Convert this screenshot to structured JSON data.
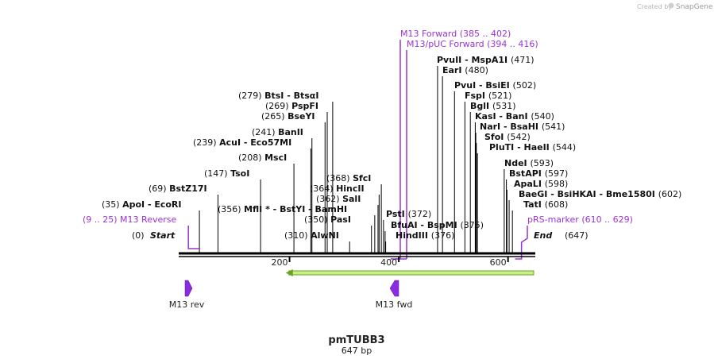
{
  "branding": {
    "created_by": "Created by",
    "app": "SnapGene"
  },
  "sequence": {
    "name": "pmTUBB3",
    "length_label": "647 bp",
    "length": 647
  },
  "ruler": {
    "ticks": [
      "200",
      "400",
      "600"
    ],
    "tick_values": [
      200,
      400,
      600
    ]
  },
  "ends": {
    "start_label": "Start",
    "start_pos": "(0)",
    "end_label": "End",
    "end_pos": "(647)"
  },
  "colors": {
    "primer": "#9a33d4",
    "feature_arrow": "#8a2be2",
    "marker_fill": "#c8f08a",
    "marker_stroke": "#6aa320",
    "backbone": "#000000"
  },
  "restriction_sites": [
    {
      "pos": 35,
      "pos_label": "(35)",
      "text": "ApoI  - EcoRI",
      "side": "left"
    },
    {
      "pos": 69,
      "pos_label": "(69)",
      "text": "BstZ17I",
      "side": "left"
    },
    {
      "pos": 147,
      "pos_label": "(147)",
      "text": "TsoI",
      "side": "left"
    },
    {
      "pos": 208,
      "pos_label": "(208)",
      "text": "MscI",
      "side": "left"
    },
    {
      "pos": 239,
      "pos_label": "(239)",
      "text": "AcuI  - Eco57MI",
      "side": "left"
    },
    {
      "pos": 241,
      "pos_label": "(241)",
      "text": "BanII",
      "side": "left"
    },
    {
      "pos": 265,
      "pos_label": "(265)",
      "text": "BseYI",
      "side": "left"
    },
    {
      "pos": 269,
      "pos_label": "(269)",
      "text": "PspFI",
      "side": "left"
    },
    {
      "pos": 279,
      "pos_label": "(279)",
      "text": "BtsI  - BtsαI",
      "side": "left"
    },
    {
      "pos": 310,
      "pos_label": "(310)",
      "text": "AlwNI",
      "side": "left"
    },
    {
      "pos": 350,
      "pos_label": "(350)",
      "text": "PasI",
      "side": "left"
    },
    {
      "pos": 356,
      "pos_label": "(356)",
      "text": "MflI * - BstYI  - BamHI",
      "side": "left"
    },
    {
      "pos": 362,
      "pos_label": "(362)",
      "text": "SalI",
      "side": "left"
    },
    {
      "pos": 364,
      "pos_label": "(364)",
      "text": "HincII",
      "side": "left"
    },
    {
      "pos": 368,
      "pos_label": "(368)",
      "text": "SfcI",
      "side": "left"
    },
    {
      "pos": 372,
      "pos_label": "(372)",
      "text": "PstI",
      "side": "right"
    },
    {
      "pos": 375,
      "pos_label": "(375)",
      "text": "BfuAI  - BspMI",
      "side": "right"
    },
    {
      "pos": 376,
      "pos_label": "(376)",
      "text": "HindIII",
      "side": "right"
    },
    {
      "pos": 471,
      "pos_label": "(471)",
      "text": "PvuII  - MspA1I",
      "side": "right"
    },
    {
      "pos": 480,
      "pos_label": "(480)",
      "text": "EarI",
      "side": "right"
    },
    {
      "pos": 502,
      "pos_label": "(502)",
      "text": "PvuI  - BsiEI",
      "side": "right"
    },
    {
      "pos": 521,
      "pos_label": "(521)",
      "text": "FspI",
      "side": "right"
    },
    {
      "pos": 531,
      "pos_label": "(531)",
      "text": "BglI",
      "side": "right"
    },
    {
      "pos": 540,
      "pos_label": "(540)",
      "text": "KasI  - BanI",
      "side": "right"
    },
    {
      "pos": 541,
      "pos_label": "(541)",
      "text": "NarI  - BsaHI",
      "side": "right"
    },
    {
      "pos": 542,
      "pos_label": "(542)",
      "text": "SfoI",
      "side": "right"
    },
    {
      "pos": 544,
      "pos_label": "(544)",
      "text": "PluTI  - HaeII",
      "side": "right"
    },
    {
      "pos": 593,
      "pos_label": "(593)",
      "text": "NdeI",
      "side": "right"
    },
    {
      "pos": 597,
      "pos_label": "(597)",
      "text": "BstAPI",
      "side": "right"
    },
    {
      "pos": 598,
      "pos_label": "(598)",
      "text": "ApaLI",
      "side": "right"
    },
    {
      "pos": 602,
      "pos_label": "(602)",
      "text": "BaeGI  - BsiHKAI  - Bme1580I",
      "side": "right"
    },
    {
      "pos": 608,
      "pos_label": "(608)",
      "text": "TatI",
      "side": "right"
    }
  ],
  "primers": [
    {
      "name": "M13 Reverse",
      "range": "(9 .. 25)",
      "start": 9,
      "end": 25,
      "strand": "forward",
      "side": "left"
    },
    {
      "name": "M13 Forward",
      "range": "(385 .. 402)",
      "start": 385,
      "end": 402,
      "strand": "reverse",
      "side": "right"
    },
    {
      "name": "M13/pUC Forward",
      "range": "(394 .. 416)",
      "start": 394,
      "end": 416,
      "strand": "reverse",
      "side": "right"
    },
    {
      "name": "pRS-marker",
      "range": "(610 .. 629)",
      "start": 610,
      "end": 629,
      "strand": "reverse",
      "side": "right"
    }
  ],
  "features": [
    {
      "name": "M13 rev",
      "pos": 15,
      "direction": "right"
    },
    {
      "name": "M13 fwd",
      "pos": 394,
      "direction": "left"
    },
    {
      "name": "",
      "start": 193,
      "end": 647,
      "direction": "left",
      "kind": "marker-bar"
    }
  ]
}
